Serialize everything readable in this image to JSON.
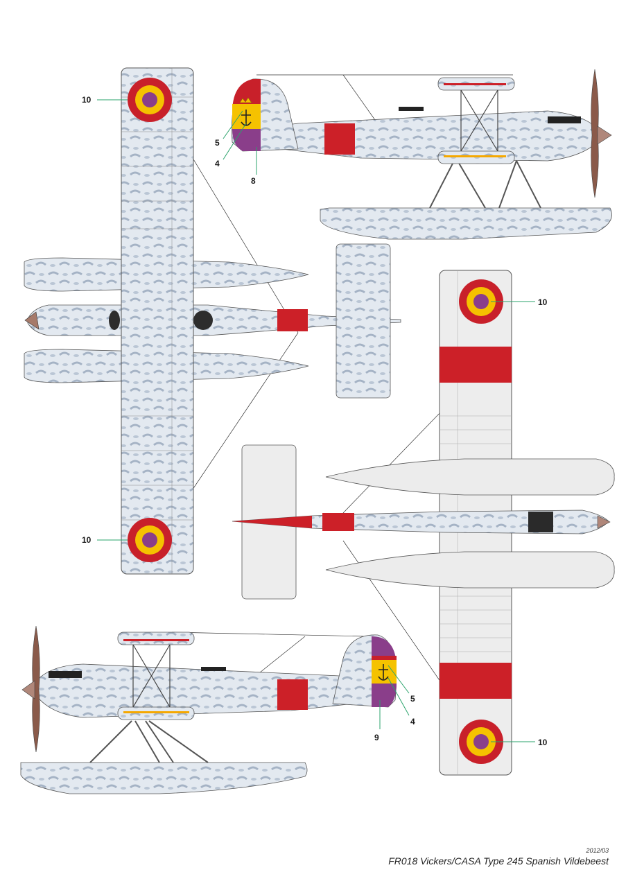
{
  "callouts": {
    "top_wing_roundel_top": "10",
    "top_wing_roundel_bottom": "10",
    "right_wing_roundel_top": "10",
    "right_wing_roundel_bottom": "10",
    "profile_top_label_5": "5",
    "profile_top_label_4": "4",
    "profile_top_label_8": "8",
    "profile_bottom_label_5": "5",
    "profile_bottom_label_4": "4",
    "profile_bottom_label_9": "9"
  },
  "footer": {
    "date": "2012/03",
    "title": "FR018 Vickers/CASA Type 245 Spanish Vildebeest"
  },
  "colors": {
    "camo_base": "#dfe6ee",
    "camo_blotch": "#9aa9bd",
    "roundel_red": "#c8202a",
    "roundel_yellow": "#f5c200",
    "roundel_purple": "#8a3e8a",
    "fuselage_band": "#cc2028",
    "underside_grey": "#ececec",
    "callout_line": "#2aa36b"
  }
}
